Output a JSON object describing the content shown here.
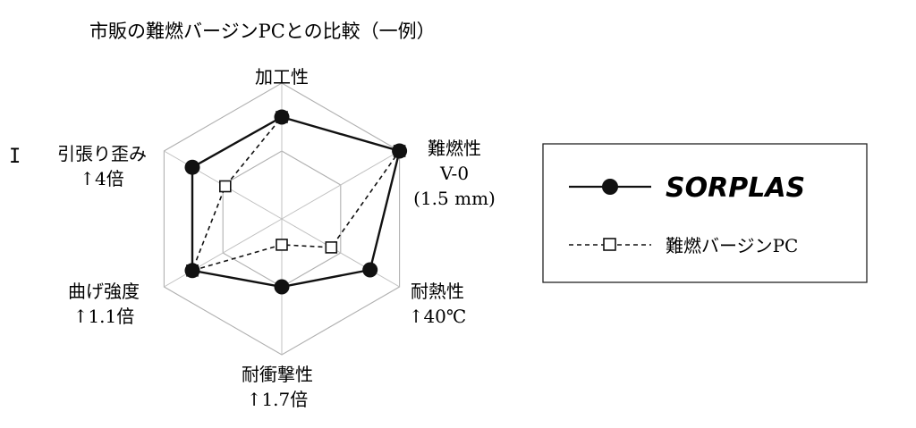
{
  "chart_data": {
    "type": "radar",
    "title": "市販の難燃バージンPCとの比較（一例）",
    "axes": [
      {
        "key": "processability",
        "lines": [
          "加工性"
        ]
      },
      {
        "key": "flame",
        "lines": [
          "難燃性",
          "V-0",
          "(1.5 mm)"
        ]
      },
      {
        "key": "heat",
        "lines": [
          "耐熱性",
          "↑40℃"
        ]
      },
      {
        "key": "impact",
        "lines": [
          "耐衝撃性",
          "↑1.7倍"
        ]
      },
      {
        "key": "bending",
        "lines": [
          "曲げ強度",
          "↑1.1倍"
        ]
      },
      {
        "key": "strain",
        "lines": [
          "引張り歪み",
          "↑4倍"
        ]
      }
    ],
    "rlim": [
      0,
      1
    ],
    "grid_levels": 2,
    "series": [
      {
        "name": "SORPLAS",
        "marker": "filled-circle",
        "line": "solid",
        "color": "#111111",
        "values": [
          0.75,
          1.0,
          0.75,
          0.5,
          0.76,
          0.76
        ]
      },
      {
        "name": "難燃バージンPC",
        "marker": "open-square",
        "line": "dashed",
        "color": "#111111",
        "values": [
          0.75,
          1.0,
          0.42,
          0.19,
          0.76,
          0.48
        ]
      }
    ],
    "legend": {
      "placement": "right"
    }
  },
  "ui": {
    "cursor_glyph": "I"
  }
}
